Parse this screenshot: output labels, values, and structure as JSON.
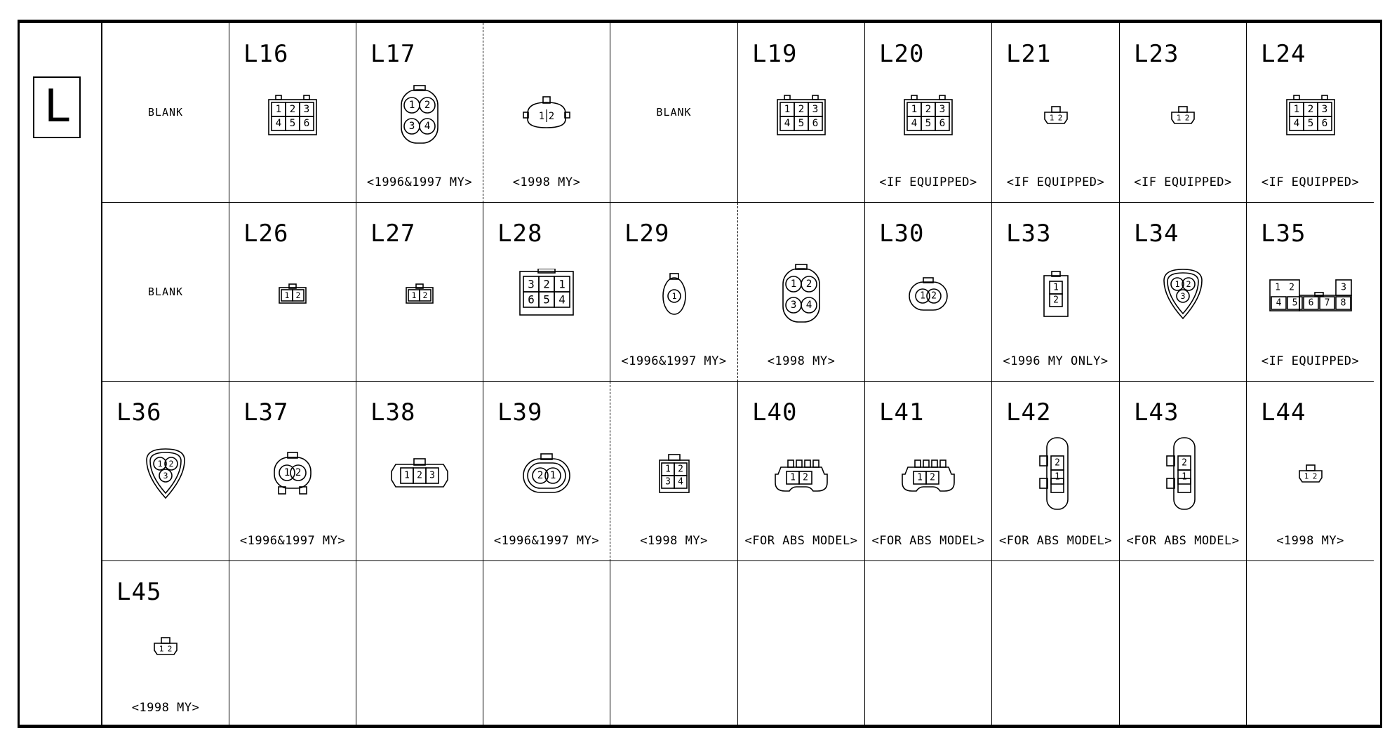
{
  "section": {
    "letter": "L"
  },
  "rows": [
    [
      {
        "blank": "BLANK"
      },
      {
        "code": "L16",
        "icon": "connector-6pin-icon",
        "note": ""
      },
      {
        "code": "L17",
        "icon": "connector-4pin-round-icon",
        "note": "<1996&1997 MY>"
      },
      {
        "code": "",
        "icon": "connector-2pin-icon",
        "note": "<1998 MY>"
      },
      {
        "blank": "BLANK"
      },
      {
        "code": "L19",
        "icon": "connector-6pin-icon",
        "note": ""
      },
      {
        "code": "L20",
        "icon": "connector-6pin-icon",
        "note": "<IF EQUIPPED>"
      },
      {
        "code": "L21",
        "icon": "connector-2pin-small-icon",
        "note": "<IF EQUIPPED>"
      },
      {
        "code": "L23",
        "icon": "connector-2pin-small-icon",
        "note": "<IF EQUIPPED>"
      },
      {
        "code": "L24",
        "icon": "connector-6pin-icon",
        "note": "<IF EQUIPPED>"
      }
    ],
    [
      {
        "blank": "BLANK"
      },
      {
        "code": "L26",
        "icon": "connector-2pin-flat-icon",
        "note": ""
      },
      {
        "code": "L27",
        "icon": "connector-2pin-flat-icon",
        "note": ""
      },
      {
        "code": "L28",
        "icon": "connector-6pin-reverse-icon",
        "note": ""
      },
      {
        "code": "L29",
        "icon": "connector-1pin-icon",
        "note": "<1996&1997 MY>"
      },
      {
        "code": "",
        "icon": "connector-4pin-round-icon",
        "note": "<1998 MY>"
      },
      {
        "code": "L30",
        "icon": "connector-2pin-round-icon",
        "note": ""
      },
      {
        "code": "L33",
        "icon": "connector-2pin-vertical-icon",
        "note": "<1996 MY ONLY>"
      },
      {
        "code": "L34",
        "icon": "connector-3pin-triangle-icon",
        "note": ""
      },
      {
        "code": "L35",
        "icon": "connector-8pin-icon",
        "note": "<IF EQUIPPED>"
      }
    ],
    [
      {
        "code": "L36",
        "icon": "connector-3pin-triangle-icon",
        "note": ""
      },
      {
        "code": "L37",
        "icon": "connector-2pin-round-legs-icon",
        "note": "<1996&1997 MY>"
      },
      {
        "code": "L38",
        "icon": "connector-3pin-hex-icon",
        "note": ""
      },
      {
        "code": "L39",
        "icon": "connector-2pin-oval-icon",
        "note": "<1996&1997 MY>"
      },
      {
        "code": "",
        "icon": "connector-4pin-square-icon",
        "note": "<1998 MY>"
      },
      {
        "code": "L40",
        "icon": "connector-2pin-abs-icon",
        "note": "<FOR ABS MODEL>"
      },
      {
        "code": "L41",
        "icon": "connector-2pin-abs-icon",
        "note": "<FOR ABS MODEL>"
      },
      {
        "code": "L42",
        "icon": "connector-2pin-side-icon",
        "note": "<FOR ABS MODEL>"
      },
      {
        "code": "L43",
        "icon": "connector-2pin-side-icon",
        "note": "<FOR ABS MODEL>"
      },
      {
        "code": "L44",
        "icon": "connector-2pin-small-icon",
        "note": "<1998 MY>"
      }
    ],
    [
      {
        "code": "L45",
        "icon": "connector-2pin-small-icon",
        "note": "<1998 MY>"
      },
      {
        "code": ""
      },
      {
        "code": ""
      },
      {
        "code": ""
      },
      {
        "code": ""
      },
      {
        "code": ""
      },
      {
        "code": ""
      },
      {
        "code": ""
      },
      {
        "code": ""
      },
      {
        "code": ""
      }
    ]
  ],
  "pins": {
    "six": [
      "1",
      "2",
      "3",
      "4",
      "5",
      "6"
    ],
    "six_rev": [
      "3",
      "2",
      "1",
      "6",
      "5",
      "4"
    ],
    "four": [
      "1",
      "2",
      "3",
      "4"
    ],
    "two": [
      "1",
      "2"
    ],
    "two_rev": [
      "2",
      "1"
    ],
    "one": [
      "1"
    ],
    "three": [
      "1",
      "2",
      "3"
    ],
    "eight": [
      "1",
      "2",
      "3",
      "4",
      "5",
      "6",
      "7",
      "8"
    ]
  }
}
